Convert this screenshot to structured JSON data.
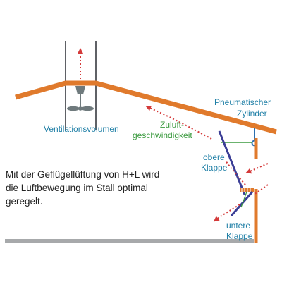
{
  "labels": {
    "ventilation_volume": "Ventilationsvolumen",
    "cylinder_line1": "Pneumatischer",
    "cylinder_line2": "Zylinder",
    "speed_line1": "Zuluft-",
    "speed_line2": "geschwindigkeit",
    "upper_flap_line1": "obere",
    "upper_flap_line2": "Klappe",
    "lower_flap_line1": "untere",
    "lower_flap_line2": "Klappe"
  },
  "description": {
    "line1": "Mit der Geflügellüftung von H+L wird",
    "line2": "die Luftbewegung im Stall optimal",
    "line3": "geregelt."
  },
  "colors": {
    "roof": "#e07a2c",
    "wall": "#e07a2c",
    "floor": "#a7a9ab",
    "chimney": "#5f6166",
    "fan": "#6f7a7d",
    "airflow": "#d43a3a",
    "flap": "#3b3e96",
    "cylinder": "#2a6fb0",
    "speed_line": "#3a9a3e",
    "label_blue": "#1f7fa6",
    "label_green": "#3a9a3e"
  },
  "icons": [
    "exhaust-fan-icon",
    "pneumatic-cylinder-icon",
    "inlet-grill-icon"
  ]
}
